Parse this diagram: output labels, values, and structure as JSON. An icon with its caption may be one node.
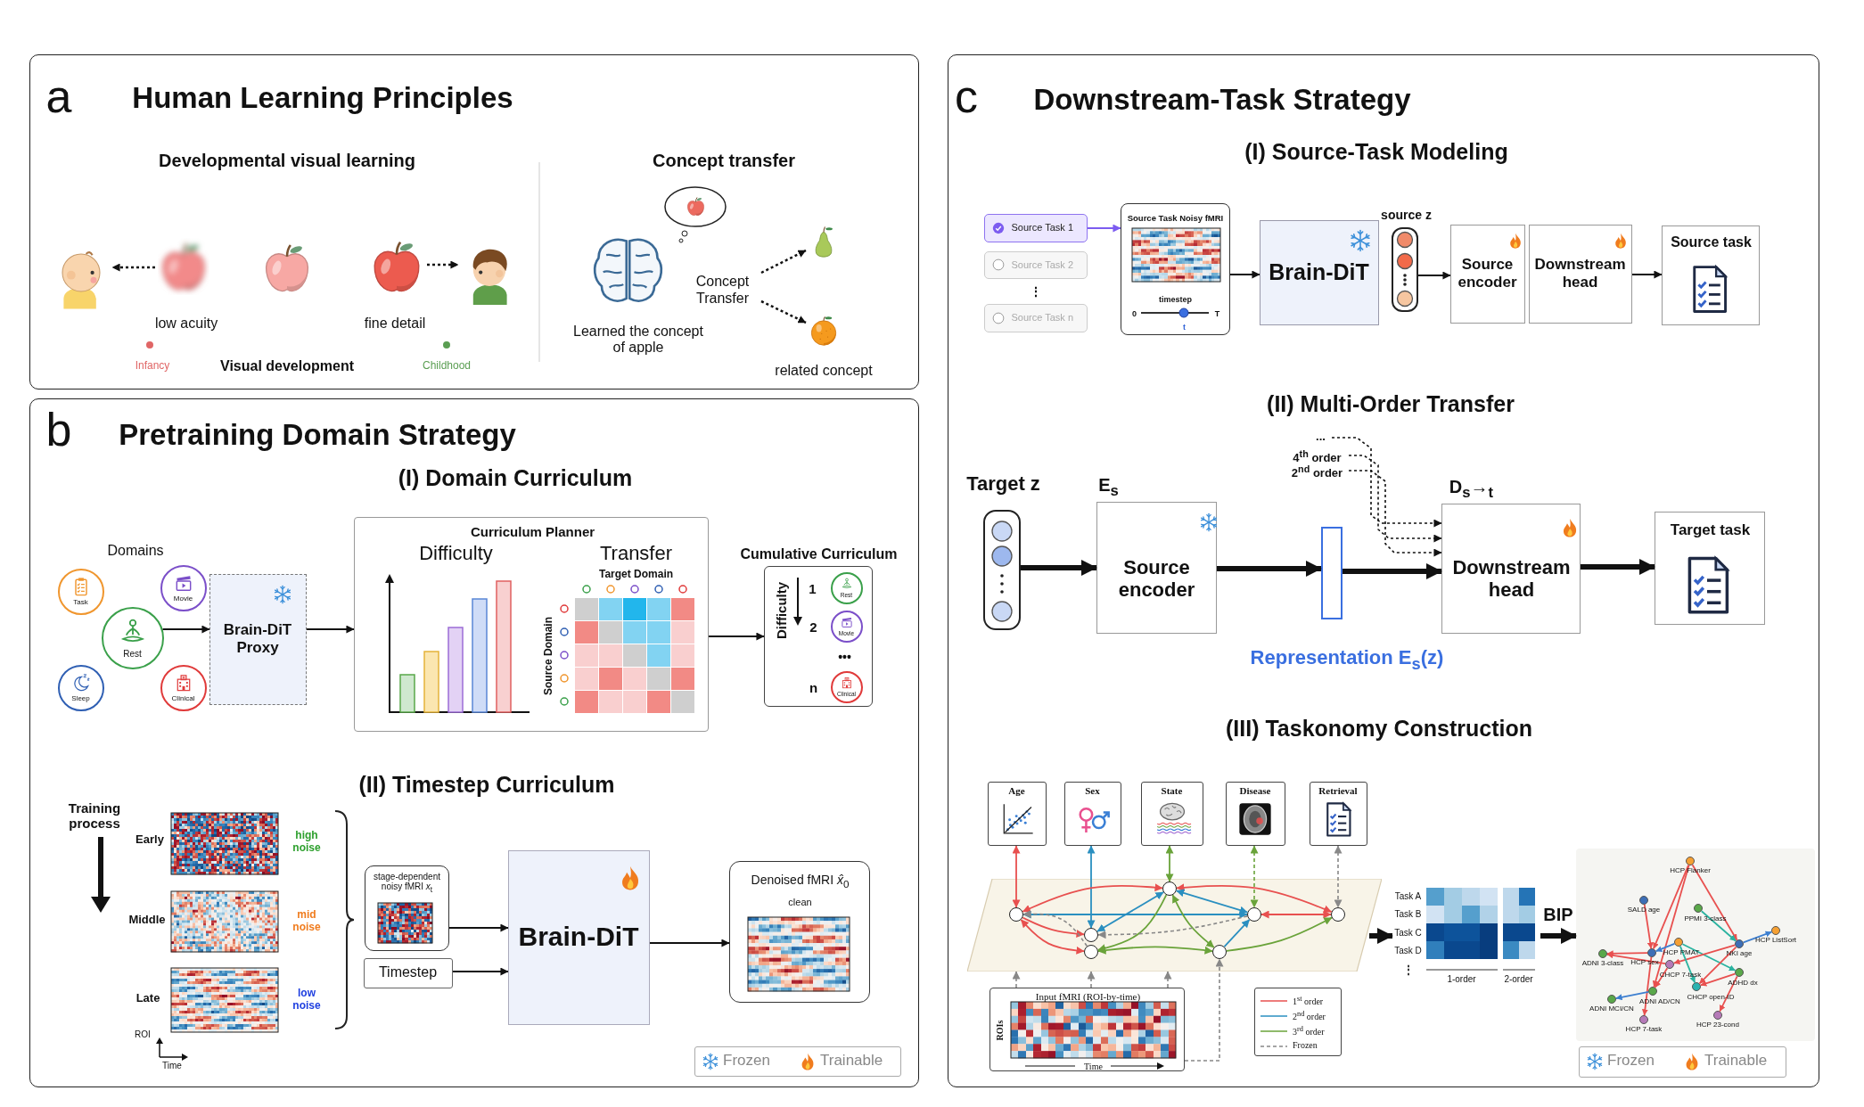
{
  "diagram": {
    "nodes": [
      {
        "text": [
          "a",
          "Human Learning Principles"
        ]
      },
      {
        "text": [],
        "shape": "picture",
        "in": 0
      },
      {
        "text": [],
        "shape": "picture",
        "in": 0,
        "beside": [
          "low acuity"
        ]
      },
      {
        "text": [],
        "shape": "picture",
        "in": 0
      },
      {
        "text": [],
        "shape": "picture",
        "in": 0,
        "beside": [
          "fine detail"
        ]
      },
      {
        "text": [],
        "shape": "picture",
        "in": 0
      },
      {
        "text": [],
        "shape": "picture",
        "in": 0,
        "beside": [
          "Learned the concept of apple"
        ]
      },
      {
        "text": [
          "Concept Transfer"
        ],
        "in": 0
      },
      {
        "text": [],
        "shape": "picture",
        "in": 0
      },
      {
        "text": [],
        "shape": "picture",
        "in": 0,
        "beside": [
          "related concept"
        ]
      },
      {
        "text": [
          "b",
          "Pretraining Domain Strategy"
        ]
      },
      {
        "text": [
          "Task"
        ],
        "in": 10
      },
      {
        "text": [
          "Movie"
        ],
        "in": 10
      },
      {
        "text": [
          "Rest"
        ],
        "in": 10
      },
      {
        "text": [
          "Sleep"
        ],
        "in": 10
      },
      {
        "text": [
          "Clinical"
        ],
        "in": 10
      },
      {
        "text": [
          "Brain-DiT Proxy"
        ],
        "in": 10
      },
      {
        "text": [
          "Curriculum Planner",
          "Difficulty",
          "Transfer",
          "Target Domain",
          "Source Domain"
        ],
        "in": 10
      },
      {
        "text": [
          "Cumulative Curriculum",
          "Difficulty",
          "1",
          "2",
          "•••",
          "n"
        ],
        "in": 10
      },
      {
        "text": [
          "Rest"
        ],
        "in": 18
      },
      {
        "text": [
          "Movie"
        ],
        "in": 18
      },
      {
        "text": [
          "Clinical"
        ],
        "in": 18
      },
      {
        "text": [
          "stage-dependent noisy fMRI *x*$_{t}$"
        ],
        "in": 10
      },
      {
        "text": [
          "Timestep"
        ],
        "in": 10
      },
      {
        "text": [
          "Brain-DiT"
        ],
        "in": 10
      },
      {
        "text": [
          "Denoised fMRI *x̂*$_{0}$",
          "clean"
        ],
        "in": 10
      },
      {
        "text": [
          "c",
          "Downstream-Task Strategy"
        ]
      },
      {
        "text": [
          "Source Task 1"
        ],
        "in": 26
      },
      {
        "text": [
          "Source Task 2"
        ],
        "in": 26
      },
      {
        "text": [
          "Source Task n"
        ],
        "in": 26
      },
      {
        "text": [
          "Source Task Noisy fMRI",
          "timestep",
          "0",
          "T",
          "t"
        ],
        "in": 26
      },
      {
        "text": [
          "Brain-DiT"
        ],
        "in": 26
      },
      {
        "text": [
          "source z"
        ],
        "in": 26
      },
      {
        "text": [
          "Source encoder"
        ],
        "in": 26
      },
      {
        "text": [
          "Downstream head"
        ],
        "in": 26
      },
      {
        "text": [
          "Source task"
        ],
        "in": 26
      },
      {
        "text": [
          "Target z"
        ],
        "in": 26
      },
      {
        "text": [
          "E$_{s}$",
          "Source encoder"
        ],
        "in": 26
      },
      {
        "text": [],
        "shape": "bar",
        "in": 26
      },
      {
        "text": [
          "..."
        ],
        "in": 26
      },
      {
        "text": [
          "4$^{th}$ order"
        ],
        "in": 26
      },
      {
        "text": [
          "2$^{nd}$ order"
        ],
        "in": 26
      },
      {
        "text": [
          "D$_{s}$→$_{t}$",
          "Downstream head"
        ],
        "in": 26
      },
      {
        "text": [
          "Target task"
        ],
        "in": 26
      },
      {
        "text": [
          "Age"
        ],
        "in": 26
      },
      {
        "text": [
          "Sex"
        ],
        "in": 26
      },
      {
        "text": [
          "State"
        ],
        "in": 26
      },
      {
        "text": [
          "Disease"
        ],
        "in": 26
      },
      {
        "text": [
          "Retrieval"
        ],
        "in": 26
      },
      {
        "text": [],
        "shape": "parallelogram",
        "in": 26
      },
      {
        "text": [],
        "shape": "circle",
        "in": 49
      },
      {
        "text": [],
        "shape": "circle",
        "in": 49
      },
      {
        "text": [],
        "shape": "circle",
        "in": 49
      },
      {
        "text": [],
        "shape": "circle",
        "in": 49
      },
      {
        "text": [],
        "shape": "circle",
        "in": 49
      },
      {
        "text": [],
        "shape": "circle",
        "in": 49
      },
      {
        "text": [],
        "shape": "circle",
        "in": 49
      },
      {
        "text": [
          "Input fMRI (ROI-by-time)",
          "ROIs",
          "Time"
        ],
        "in": 26
      },
      {
        "text": [
          "Task A",
          "Task B",
          "Task C",
          "Task D",
          "⋮",
          "1-order",
          "2-order"
        ],
        "in": 26
      },
      {
        "text": [],
        "shape": "box",
        "in": 26
      },
      {
        "text": [],
        "shape": "circle",
        "in": 59,
        "beside": [
          "HCP Flanker"
        ]
      },
      {
        "text": [],
        "shape": "circle",
        "in": 59,
        "beside": [
          "SALD age"
        ]
      },
      {
        "text": [],
        "shape": "circle",
        "in": 59,
        "beside": [
          "PPMI 3-class"
        ]
      },
      {
        "text": [],
        "shape": "circle",
        "in": 59,
        "beside": [
          "HCP ListSort"
        ]
      },
      {
        "text": [],
        "shape": "circle",
        "in": 59,
        "beside": [
          "HCP PMAT"
        ]
      },
      {
        "text": [],
        "shape": "circle",
        "in": 59,
        "beside": [
          "NKI age"
        ]
      },
      {
        "text": [],
        "shape": "circle",
        "in": 59,
        "beside": [
          "ADNI 3-class"
        ]
      },
      {
        "text": [],
        "shape": "circle",
        "in": 59,
        "beside": [
          "HCP sex"
        ]
      },
      {
        "text": [],
        "shape": "circle",
        "in": 59,
        "beside": [
          "CHCP 7-task"
        ]
      },
      {
        "text": [],
        "shape": "circle",
        "in": 59,
        "beside": [
          "ADHD dx"
        ]
      },
      {
        "text": [],
        "shape": "circle",
        "in": 59,
        "beside": [
          "ADNI AD/CN"
        ]
      },
      {
        "text": [],
        "shape": "circle",
        "in": 59,
        "beside": [
          "CHCP open-ID"
        ]
      },
      {
        "text": [],
        "shape": "circle",
        "in": 59,
        "beside": [
          "ADNI MCI/CN"
        ]
      },
      {
        "text": [],
        "shape": "circle",
        "in": 59,
        "beside": [
          "HCP 7-task"
        ]
      },
      {
        "text": [],
        "shape": "circle",
        "in": 59,
        "beside": [
          "HCP 23-cond"
        ]
      }
    ],
    "edges": [
      {
        "from": 2,
        "to": 1,
        "arrow": "to",
        "style": "dashed"
      },
      {
        "from": 4,
        "to": 5,
        "arrow": "to",
        "style": "dashed"
      },
      {
        "from": 7,
        "to": 8,
        "arrow": "to",
        "style": "dashed"
      },
      {
        "from": 7,
        "to": 9,
        "arrow": "to",
        "style": "dashed"
      },
      {
        "from": 13,
        "to": 16,
        "arrow": "to"
      },
      {
        "from": 16,
        "to": 17,
        "arrow": "to"
      },
      {
        "from": 17,
        "to": 18,
        "arrow": "to"
      },
      {
        "from": 22,
        "to": 24,
        "arrow": "to"
      },
      {
        "from": 23,
        "to": 24,
        "arrow": "to"
      },
      {
        "from": 24,
        "to": 25,
        "arrow": "to"
      },
      {
        "from": 27,
        "to": 30,
        "arrow": "to",
        "color": "#7c5cf0"
      },
      {
        "from": 30,
        "to": 31,
        "arrow": "to"
      },
      {
        "from": 32,
        "to": 33,
        "arrow": "to"
      },
      {
        "from": 34,
        "to": 35,
        "arrow": "to"
      },
      {
        "from": 36,
        "to": 37,
        "arrow": "to",
        "style": "thick"
      },
      {
        "from": 37,
        "to": 38,
        "arrow": "to",
        "style": "thick"
      },
      {
        "from": 38,
        "to": 42,
        "arrow": "to",
        "style": "thick"
      },
      {
        "from": 39,
        "to": 42,
        "arrow": "to",
        "style": "dashed"
      },
      {
        "from": 40,
        "to": 42,
        "arrow": "to",
        "style": "dashed"
      },
      {
        "from": 41,
        "to": 42,
        "arrow": "to",
        "style": "dashed"
      },
      {
        "from": 42,
        "to": 43,
        "arrow": "to",
        "style": "thick"
      },
      {
        "from": 44,
        "to": 50,
        "arrow": "both",
        "color": "#e8504f"
      },
      {
        "from": 45,
        "to": 52,
        "arrow": "both",
        "color": "#2a8fc0"
      },
      {
        "from": 46,
        "to": 51,
        "arrow": "both",
        "color": "#6aa33a"
      },
      {
        "from": 47,
        "to": 54,
        "arrow": "both",
        "style": "dashed",
        "color": "#6aa33a"
      },
      {
        "from": 48,
        "to": 55,
        "arrow": "both",
        "style": "dashed",
        "color": "#888888"
      },
      {
        "from": 57,
        "to": 49,
        "arrow": "to",
        "style": "dashed",
        "color": "#888888"
      },
      {
        "from": 57,
        "to": 49,
        "arrow": "to",
        "style": "dashed",
        "color": "#888888"
      },
      {
        "from": 57,
        "to": 49,
        "arrow": "to",
        "style": "dashed",
        "color": "#888888"
      },
      {
        "from": 57,
        "to": 56,
        "arrow": "to",
        "style": "dashed",
        "color": "#888888"
      },
      {
        "from": 50,
        "to": 51,
        "arrow": "both",
        "color": "#e8504f"
      },
      {
        "from": 50,
        "to": 52,
        "arrow": "to",
        "color": "#e8504f"
      },
      {
        "from": 50,
        "to": 53,
        "arrow": "both",
        "color": "#e8504f"
      },
      {
        "from": 51,
        "to": 55,
        "arrow": "both",
        "color": "#e8504f"
      },
      {
        "from": 54,
        "to": 55,
        "arrow": "both",
        "color": "#e8504f"
      },
      {
        "from": 50,
        "to": 54,
        "arrow": "both",
        "color": "#2a8fc0"
      },
      {
        "from": 51,
        "to": 52,
        "arrow": "both",
        "color": "#2a8fc0"
      },
      {
        "from": 51,
        "to": 54,
        "arrow": "both",
        "color": "#2a8fc0"
      },
      {
        "from": 56,
        "to": 54,
        "arrow": "to",
        "color": "#2a8fc0"
      },
      {
        "from": 51,
        "to": 56,
        "arrow": "both",
        "color": "#6aa33a"
      },
      {
        "from": 51,
        "to": 53,
        "arrow": "to",
        "color": "#6aa33a"
      },
      {
        "from": 53,
        "to": 56,
        "arrow": "both",
        "color": "#6aa33a"
      },
      {
        "from": 56,
        "to": 55,
        "arrow": "to",
        "color": "#6aa33a"
      },
      {
        "from": 54,
        "to": 52,
        "arrow": "to",
        "style": "dashed",
        "color": "#888888"
      },
      {
        "from": 53,
        "to": 50,
        "arrow": "to",
        "style": "dashed",
        "color": "#888888"
      },
      {
        "from": 49,
        "to": 58,
        "arrow": "to",
        "style": "thick"
      },
      {
        "from": 58,
        "to": 59,
        "arrow": "to",
        "style": "thick",
        "label": "BIP"
      },
      {
        "from": 60,
        "to": 67,
        "arrow": "to",
        "color": "#e8504f"
      },
      {
        "from": 60,
        "to": 65,
        "arrow": "to",
        "color": "#e8504f"
      },
      {
        "from": 60,
        "to": 70,
        "arrow": "to",
        "color": "#e8504f"
      },
      {
        "from": 61,
        "to": 67,
        "arrow": "to",
        "color": "#e8504f"
      },
      {
        "from": 62,
        "to": 65,
        "arrow": "to",
        "color": "#2bb3a0"
      },
      {
        "from": 64,
        "to": 67,
        "arrow": "to",
        "color": "#3d7fd0"
      },
      {
        "from": 64,
        "to": 69,
        "arrow": "to",
        "color": "#2bb3a0"
      },
      {
        "from": 65,
        "to": 63,
        "arrow": "to",
        "color": "#3d7fd0"
      },
      {
        "from": 65,
        "to": 68,
        "arrow": "to",
        "color": "#e8504f"
      },
      {
        "from": 65,
        "to": 71,
        "arrow": "to",
        "color": "#e8504f"
      },
      {
        "from": 69,
        "to": 71,
        "arrow": "to",
        "color": "#e8504f"
      },
      {
        "from": 69,
        "to": 74,
        "arrow": "to",
        "color": "#e8504f"
      },
      {
        "from": 67,
        "to": 66,
        "arrow": "to",
        "color": "#e8504f"
      },
      {
        "from": 67,
        "to": 73,
        "arrow": "to",
        "color": "#e8504f"
      },
      {
        "from": 70,
        "to": 72,
        "arrow": "to",
        "color": "#3d7fd0"
      },
      {
        "from": 68,
        "to": 70,
        "arrow": "to",
        "color": "#e8504f"
      },
      {
        "from": 64,
        "to": 71,
        "arrow": "to",
        "color": "#2bb3a0"
      },
      {
        "from": 68,
        "to": 66,
        "arrow": "to",
        "color": "#e8504f"
      }
    ],
    "labels": [
      "Developmental visual learning",
      "Concept transfer",
      "Infancy",
      "Visual development",
      "Childhood",
      "(I) Domain Curriculum",
      "Domains",
      "(II) Timestep Curriculum",
      "Training process",
      "Early",
      "high noise",
      "Middle",
      "mid noise",
      "Late",
      "low noise",
      "ROI",
      "Time",
      "(I) Source-Task Modeling",
      "⋮",
      "(II) Multi-Order Transfer",
      "Representation E$_{s}$(z)",
      "(III) Taskonomy Construction"
    ],
    "legend": [
      {
        "text": "Frozen"
      },
      {
        "text": "Trainable"
      },
      {
        "text": "1$^{st}$ order"
      },
      {
        "text": "2$^{nd}$ order"
      },
      {
        "text": "3$^{rd}$ order"
      },
      {
        "text": "Frozen"
      },
      {
        "text": "Frozen"
      },
      {
        "text": "Trainable"
      }
    ]
  }
}
